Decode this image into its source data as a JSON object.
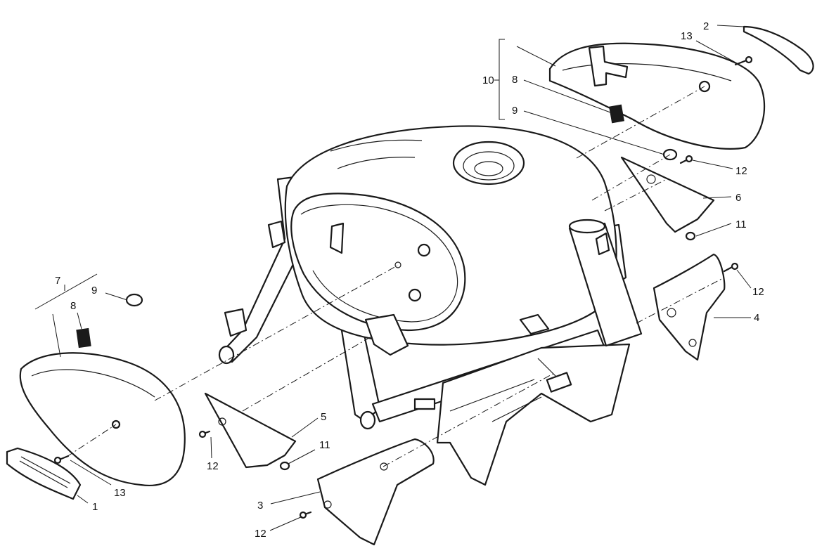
{
  "diagram": {
    "labels": {
      "l1": "1",
      "l2": "2",
      "l3": "3",
      "l4": "4",
      "l5": "5",
      "l6": "6",
      "l7": "7",
      "l8a": "8",
      "l8b": "8",
      "l9a": "9",
      "l9b": "9",
      "l10": "10",
      "l11a": "11",
      "l11b": "11",
      "l12a": "12",
      "l12b": "12",
      "l12c": "12",
      "l12d": "12",
      "l13a": "13",
      "l13b": "13"
    }
  }
}
